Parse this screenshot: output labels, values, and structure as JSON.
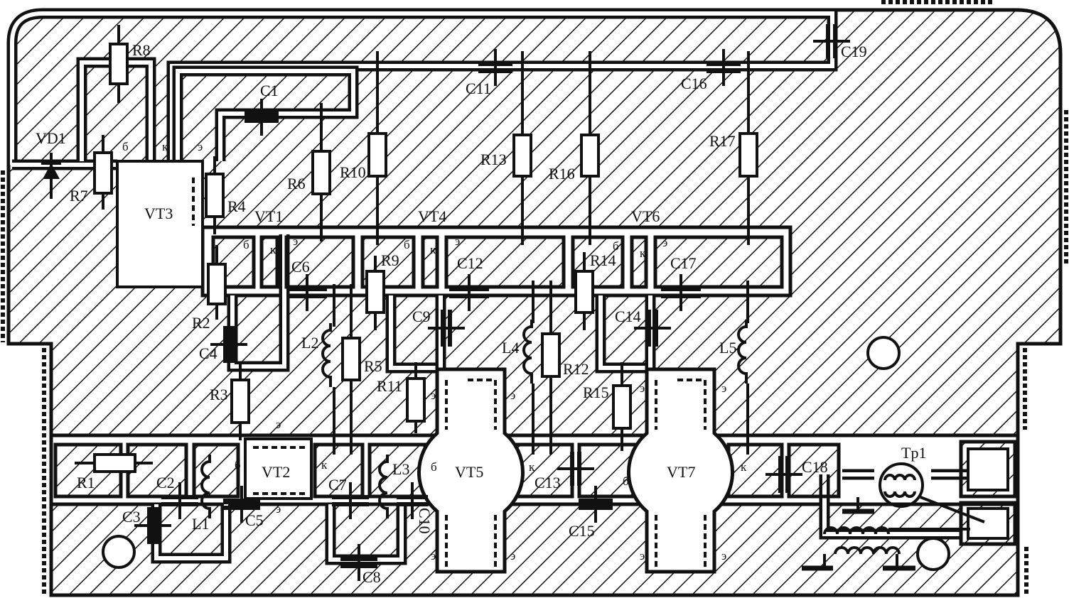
{
  "diagram": {
    "type": "printed-circuit-board-layout",
    "colors": {
      "ink": "#111111",
      "paper": "#ffffff"
    },
    "components": [
      "R8",
      "VD1",
      "R7",
      "VT3",
      "R4",
      "C1",
      "R6",
      "R10",
      "VT1",
      "R2",
      "C4",
      "R3",
      "C11",
      "R13",
      "R16",
      "C16",
      "R17",
      "C19",
      "VT4",
      "VT6",
      "C6",
      "R9",
      "C12",
      "R14",
      "C17",
      "C9",
      "C14",
      "L2",
      "R5",
      "L4",
      "R12",
      "L5",
      "R11",
      "R15",
      "VT5",
      "VT7",
      "R1",
      "C2",
      "C3",
      "L1",
      "C5",
      "VT2",
      "C7",
      "L3",
      "C10",
      "C13",
      "C15",
      "C18",
      "Tp1",
      "C8"
    ],
    "pins": {
      "base": "б",
      "collector": "к",
      "emitter": "э"
    }
  }
}
